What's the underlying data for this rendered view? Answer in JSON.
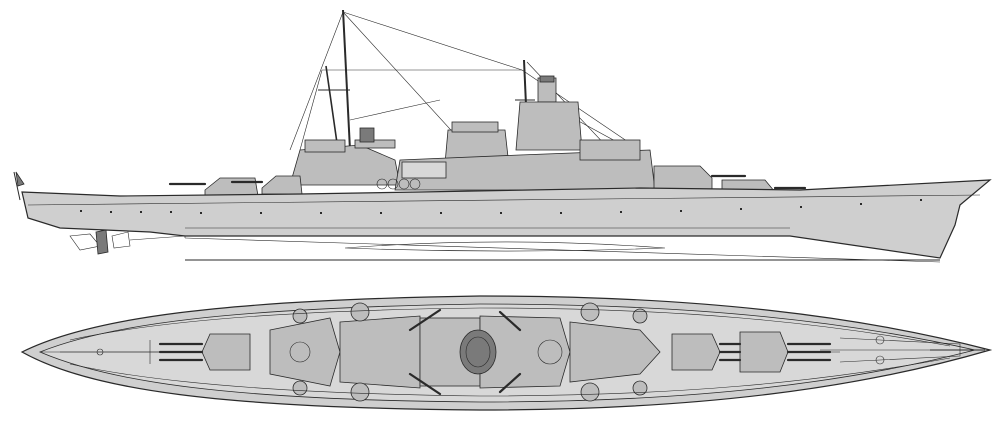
{
  "drawing": {
    "views": [
      "side-elevation",
      "top-plan"
    ],
    "colors": {
      "paper": "#ffffff",
      "hull": "#cfcfcf",
      "deck": "#d8d8d8",
      "superstructure": "#bdbdbd",
      "dark_detail": "#7a7a7a",
      "line": "#2a2a2a"
    },
    "turrets": [
      "turret-anton",
      "turret-bruno",
      "turret-caesar"
    ]
  }
}
